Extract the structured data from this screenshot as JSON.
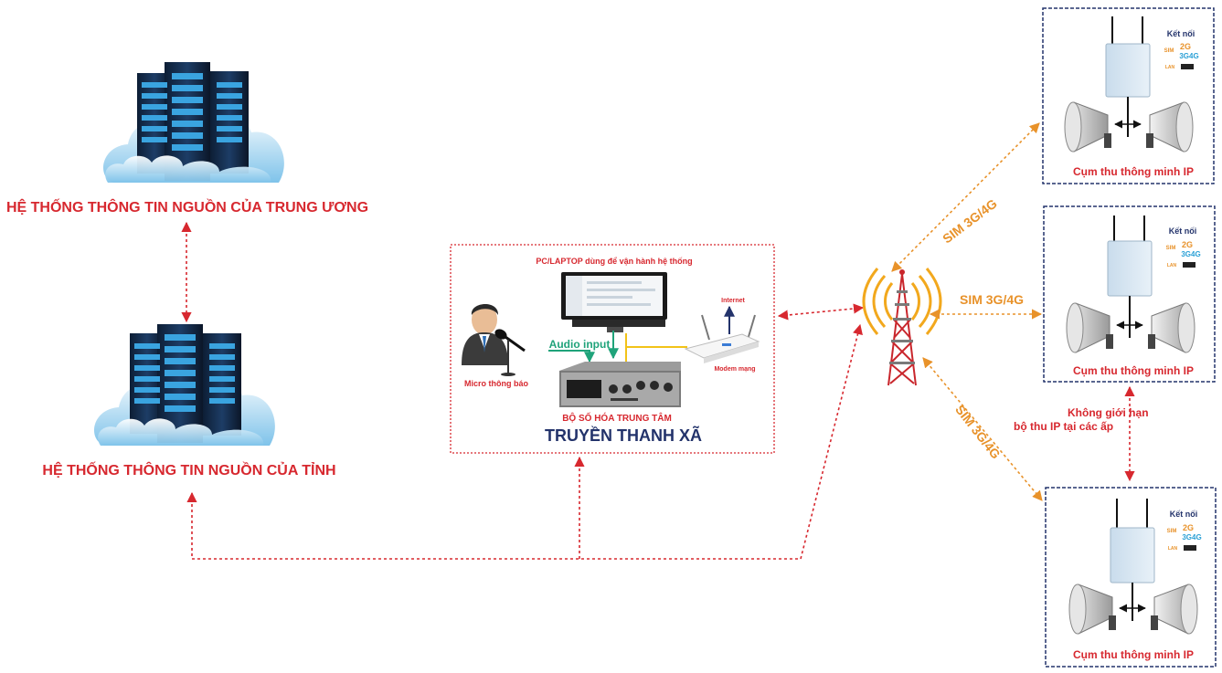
{
  "colors": {
    "red": "#d7282f",
    "orange": "#e8922a",
    "navy": "#23336b",
    "green": "#1fa37a",
    "yellow": "#f2c318",
    "teal": "#2a8a8a"
  },
  "servers": {
    "central_title": "HỆ THỐNG THÔNG TIN NGUỒN CỦA  TRUNG ƯƠNG",
    "province_title": "HỆ THỐNG THÔNG TIN NGUỒN CỦA TỈNH"
  },
  "station": {
    "pc_label": "PC/LAPTOP dùng để vận hành hệ thống",
    "internet_label": "Internet",
    "modem_label": "Modem mạng",
    "audio_label": "Audio input",
    "micro_label": "Micro thông báo",
    "digitizer_label": "BỘ SỐ HÓA TRUNG TÂM",
    "main_title": "TRUYỀN THANH XÃ"
  },
  "links": {
    "sim_label_1": "SIM 3G/4G",
    "sim_label_2": "SIM 3G/4G",
    "sim_label_3": "SIM 3G/4G"
  },
  "note": {
    "line1": "Không giới hạn",
    "line2": "bộ thu IP tại các ấp"
  },
  "clusters": [
    {
      "connect_label": "Kết nối",
      "sim": "SIM",
      "g2": "2G",
      "g34": "3G4G",
      "lan": "LAN",
      "title": "Cụm thu thông minh IP"
    },
    {
      "connect_label": "Kết nối",
      "sim": "SIM",
      "g2": "2G",
      "g34": "3G4G",
      "lan": "LAN",
      "title": "Cụm thu thông minh IP"
    },
    {
      "connect_label": "Kết nối",
      "sim": "SIM",
      "g2": "2G",
      "g34": "3G4G",
      "lan": "LAN",
      "title": "Cụm thu thông minh IP"
    }
  ]
}
